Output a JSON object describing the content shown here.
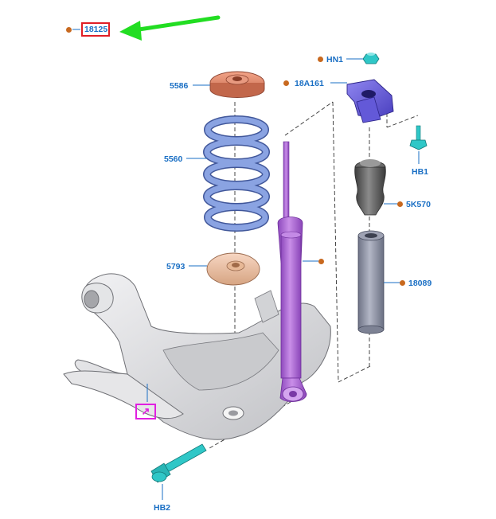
{
  "reference": {
    "part_number": "18125"
  },
  "parts": {
    "upper_seat": "5586",
    "coil_spring": "5560",
    "lower_seat": "5793",
    "nut": "HN1",
    "top_mount": "18A161",
    "bolt_top": "HB1",
    "bump_stop": "5K570",
    "dust_cover": "18089",
    "bolt_bottom": "HB2"
  },
  "icons": {
    "link": "external-link-icon",
    "arrow": "green-arrow-icon"
  },
  "colors": {
    "label": "#1a6fc4",
    "marker": "#c8691f",
    "highlight_box": "#e01e25",
    "link_box": "#e020e0",
    "arrow": "#22dd22",
    "spring": "#7f9ad8",
    "shock": "#b272d8",
    "seat": "#d98a6c",
    "mount": "#6b5fd9",
    "fastener": "#2fc7c7",
    "boot": "#9095a8",
    "bump_stop": "#5d5d5d",
    "subframe": "#d9dadd"
  }
}
